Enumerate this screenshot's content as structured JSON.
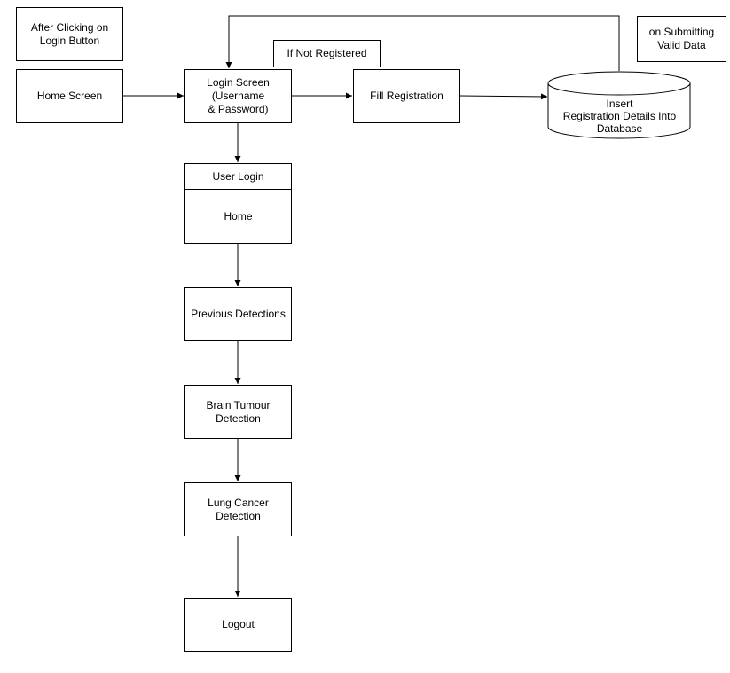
{
  "notes": {
    "after_clicking": "After Clicking on\nLogin Button",
    "if_not_registered": "If Not Registered",
    "on_submitting": "on Submitting\nValid Data"
  },
  "nodes": {
    "home_screen": "Home Screen",
    "login_screen": "Login Screen\n(Username\n& Password)",
    "fill_registration": "Fill Registration",
    "database": "Insert\nRegistration Details Into\nDatabase",
    "user_login_header": "User Login",
    "user_login_body": "Home",
    "previous_detections": "Previous Detections",
    "brain_tumour": "Brain Tumour\nDetection",
    "lung_cancer": "Lung Cancer\nDetection",
    "logout": "Logout"
  }
}
